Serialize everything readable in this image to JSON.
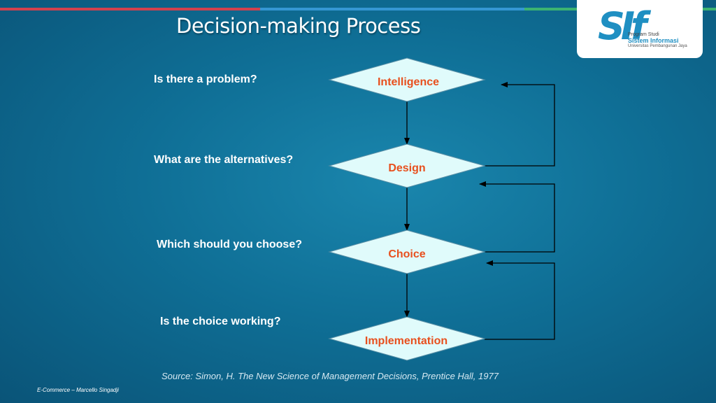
{
  "title": "Decision-making Process",
  "logo": {
    "mark": "SIf",
    "line1": "Program Studi",
    "line2": "Sistem Informasi",
    "line3": "Universitas Pembangunan Jaya"
  },
  "questions": [
    "Is there a problem?",
    "What are the alternatives?",
    "Which should you choose?",
    "Is the choice working?"
  ],
  "nodes": [
    "Intelligence",
    "Design",
    "Choice",
    "Implementation"
  ],
  "source": "Source: Simon, H. The New Science of Management Decisions, Prentice Hall, 1977",
  "footer": "E-Commerce – Marcello Singadji",
  "colors": {
    "node_fill": "#e0fbfb",
    "node_text": "#e8501e",
    "line": "#000000",
    "bar_red": "#d2414e",
    "bar_blue": "#3597d3",
    "bar_green": "#3cb371"
  }
}
